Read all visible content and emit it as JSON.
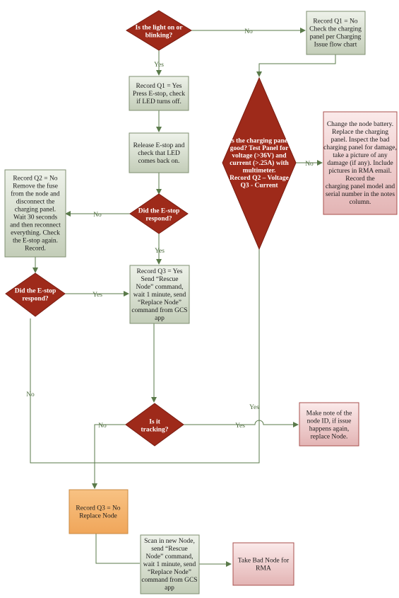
{
  "diagram": {
    "colors": {
      "decision": "#9e2a1a",
      "process": "#d7dfcf",
      "process_border": "#7f8f70",
      "alert": "#f2d3d3",
      "alert_border": "#a8504e",
      "highlight": "#f5b36f",
      "highlight_border": "#c98a43",
      "edge": "#5a7a4a"
    },
    "nodes": {
      "q_light": [
        "Is the light on or",
        "blinking?"
      ],
      "record_q1_no": [
        "Record Q1 = No",
        "Check the charging",
        "panel per Charging",
        "Issue flow chart"
      ],
      "record_q1_yes": [
        "Record Q1 = Yes",
        "Press  E-stop, check",
        "if LED turns off."
      ],
      "q_charging": [
        "Is the charging panel",
        "good? Test Panel for",
        "voltage (>36V) and",
        "current  (>.25A) with",
        "multimeter.",
        "Record Q2 – Voltage",
        "Q3 - Current"
      ],
      "change_battery": [
        "Change the node battery.",
        "Replace the charging",
        "panel. Inspect the bad",
        "charging panel for damage,",
        "take a picture of any",
        "damage (if any). Include",
        "pictures in RMA email.",
        "Record the",
        "charging panel model and",
        "serial number  in the notes",
        "column."
      ],
      "release_estop": [
        "Release E-stop and",
        "check that LED",
        "comes back on."
      ],
      "record_q2_no": [
        "Record Q2 = No",
        "Remove the fuse",
        "from the node and",
        "disconnect the",
        "charging panel.",
        "Wait 30 seconds",
        "and then reconnect",
        "everything. Check",
        "the E-stop again.",
        "Record."
      ],
      "q_estop1": [
        "Did the E-stop",
        "respond?"
      ],
      "q_estop2": [
        "Did the E-stop",
        "respond?"
      ],
      "record_q3_yes": [
        "Record Q3 = Yes",
        "Send  “Rescue",
        "Node” command,",
        "wait 1 minute, send",
        "“Replace Node”",
        "command  from GCS",
        "app"
      ],
      "q_tracking": [
        "Is it",
        "tracking?"
      ],
      "make_note": [
        "Make note of the",
        "node ID, if issue",
        "happens again,",
        "replace Node."
      ],
      "record_q3_no": [
        "Record Q3 = No",
        "Replace Node"
      ],
      "scan_new": [
        "Scan in new Node,",
        "send  “Rescue",
        "Node” command,",
        "wait 1 minute, send",
        "“Replace Node”",
        "command  from GCS",
        "app"
      ],
      "take_bad": [
        "Take Bad Node for",
        "RMA"
      ]
    },
    "edge_labels": {
      "light_no": "No",
      "light_yes": "Yes",
      "charging_no": "No",
      "charging_yes": "Yes",
      "estop1_no": "No",
      "estop1_yes": "Yes",
      "estop2_yes": "Yes",
      "estop2_no": "No",
      "tracking_no": "No",
      "tracking_yes": "Yes"
    }
  }
}
